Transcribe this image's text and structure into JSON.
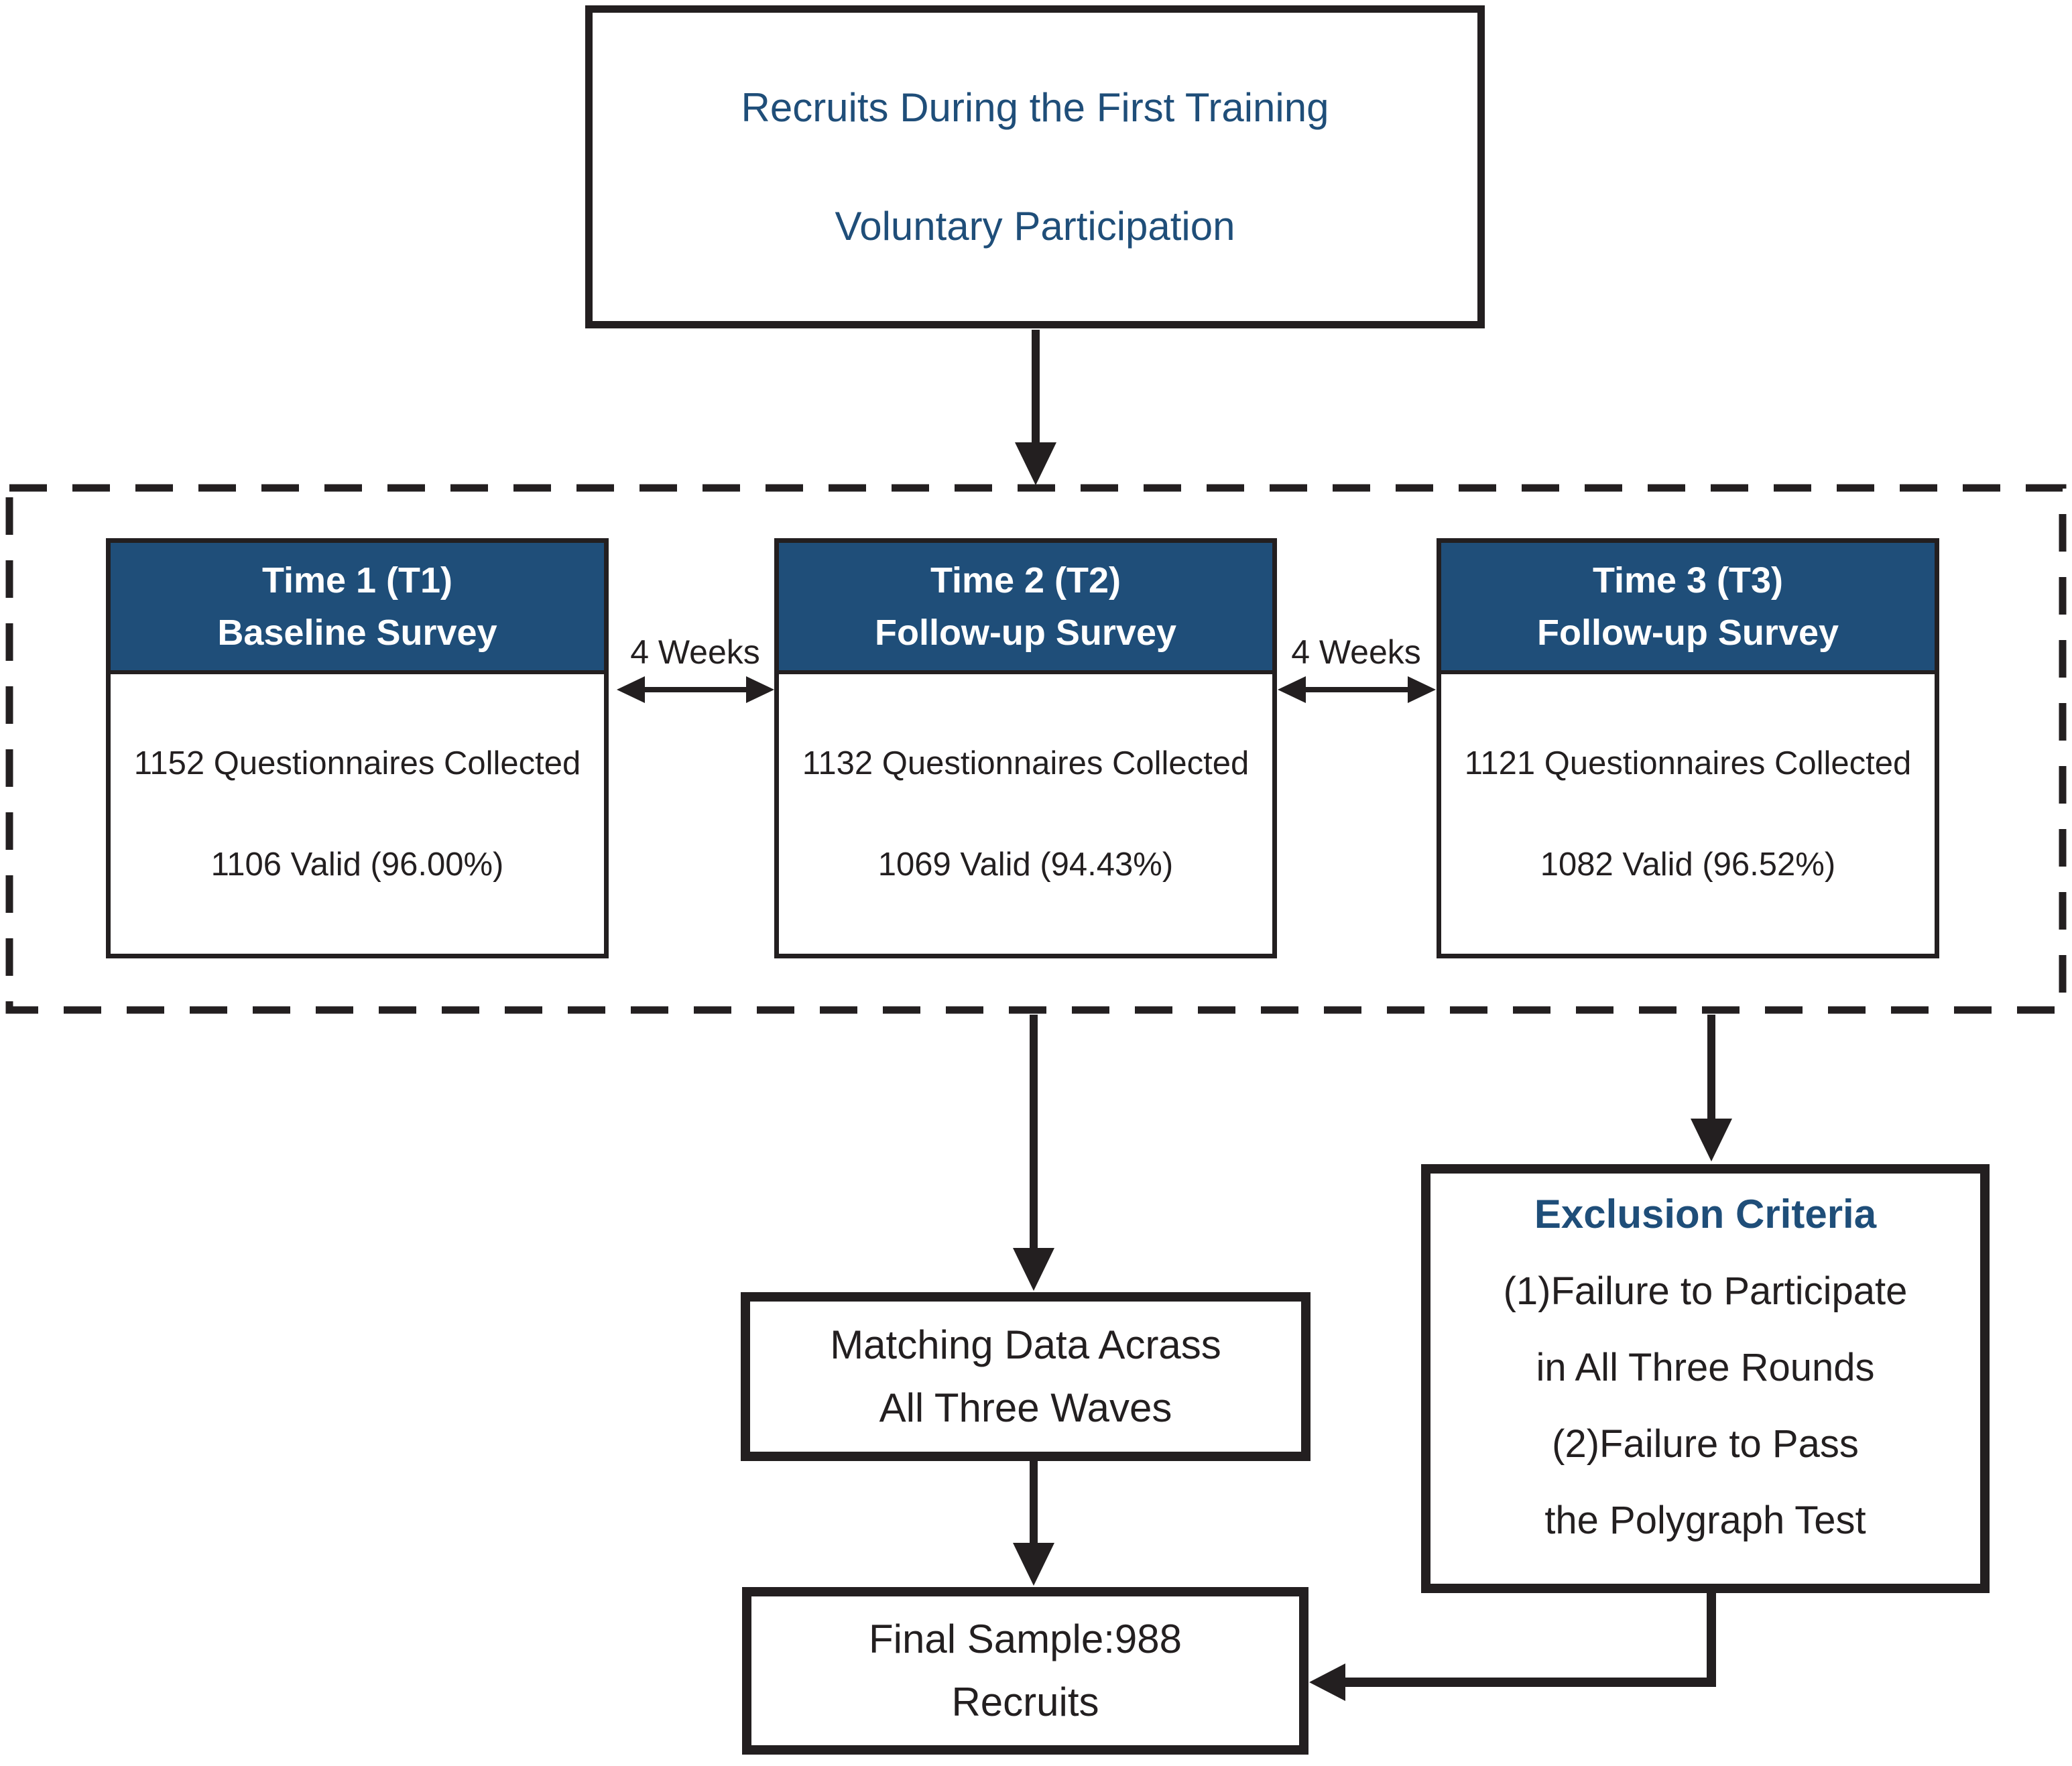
{
  "top_box": {
    "line1": "Recruits During the First Training",
    "line2": "Voluntary Participation"
  },
  "waves": [
    {
      "header_line1": "Time 1 (T1)",
      "header_line2": "Baseline Survey",
      "body_line1": "1152 Questionnaires Collected",
      "body_line2": "1106 Valid (96.00%)"
    },
    {
      "header_line1": "Time 2 (T2)",
      "header_line2": "Follow-up Survey",
      "body_line1": "1132 Questionnaires Collected",
      "body_line2": "1069 Valid (94.43%)"
    },
    {
      "header_line1": "Time 3 (T3)",
      "header_line2": "Follow-up Survey",
      "body_line1": "1121 Questionnaires Collected",
      "body_line2": "1082 Valid (96.52%)"
    }
  ],
  "intervals": [
    {
      "label": "4 Weeks"
    },
    {
      "label": "4 Weeks"
    }
  ],
  "matching_box": {
    "line1": "Matching Data Acrass",
    "line2": "All Three Waves"
  },
  "exclusion_box": {
    "title": "Exclusion Criteria",
    "lines": [
      "(1)Failure to Participate",
      "in All Three Rounds",
      "(2)Failure to Pass",
      "the Polygraph Test"
    ]
  },
  "final_box": {
    "line1": "Final Sample:988",
    "line2": "Recruits"
  },
  "colors": {
    "accent_blue": "#1F4E79",
    "line_black": "#231F20"
  }
}
